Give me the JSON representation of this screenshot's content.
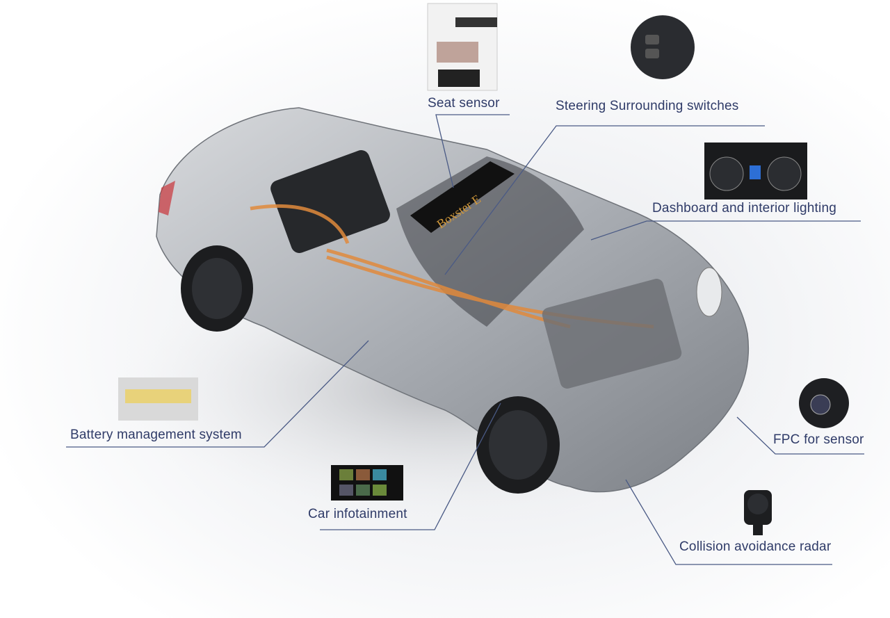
{
  "labels": {
    "seat_sensor": "Seat sensor",
    "steering": "Steering Surrounding switches",
    "dashboard": "Dashboard and interior lighting",
    "battery": "Battery management system",
    "infotainment": "Car infotainment",
    "fpc": "FPC for sensor",
    "collision": "Collision avoidance radar"
  },
  "car_badge": "Boxster E",
  "colors": {
    "label_text": "#2f3b68",
    "leader_line": "#4a5a85",
    "car_body": "#b9bcc1",
    "wiring": "#e08a3c"
  }
}
